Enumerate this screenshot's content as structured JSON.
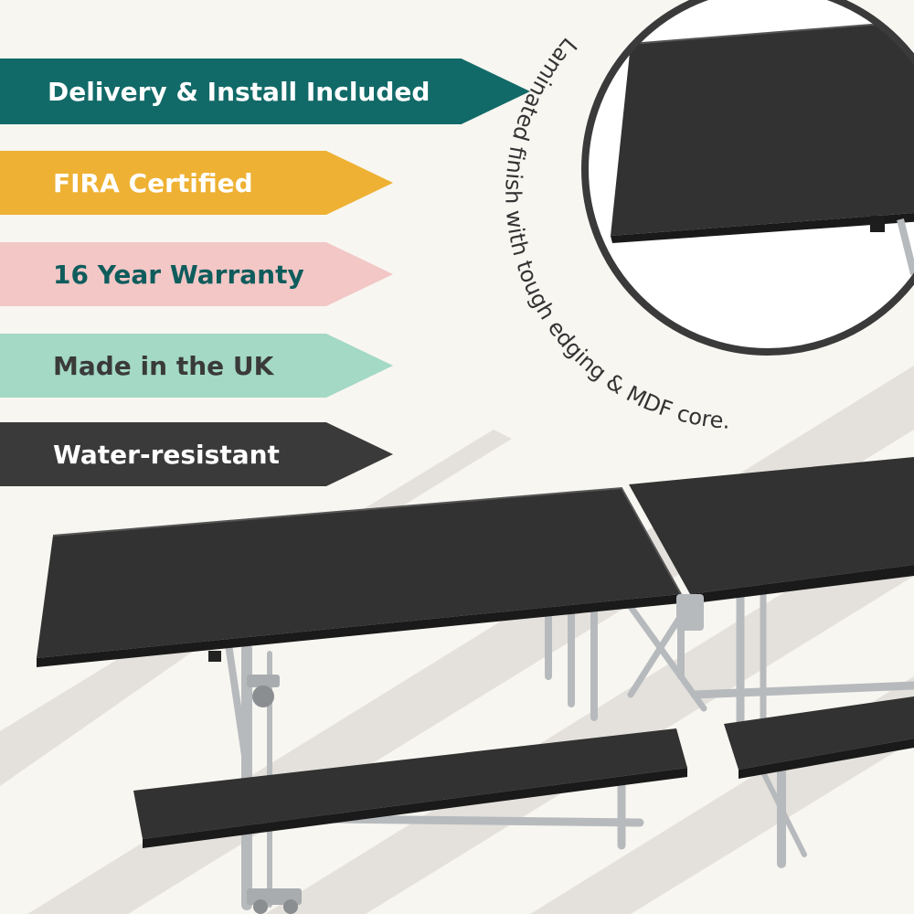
{
  "banners": [
    {
      "label": "Delivery & Install Included",
      "bg": "#126a68",
      "fg": "#ffffff"
    },
    {
      "label": "FIRA Certified",
      "bg": "#eeb133",
      "fg": "#ffffff"
    },
    {
      "label": "16 Year Warranty",
      "bg": "#f2c7c6",
      "fg": "#0f5c5c"
    },
    {
      "label": "Made in the UK",
      "bg": "#a3d9c5",
      "fg": "#3a3a3a"
    },
    {
      "label": "Water-resistant",
      "bg": "#3a3a3a",
      "fg": "#ffffff"
    }
  ],
  "callout": {
    "text": "Laminated finish with tough edging & MDF core."
  },
  "colors": {
    "background": "#f8f6f1",
    "stripe": "#e4e1dc",
    "tabletop": "#313131",
    "frame": "#b9bcbe"
  }
}
